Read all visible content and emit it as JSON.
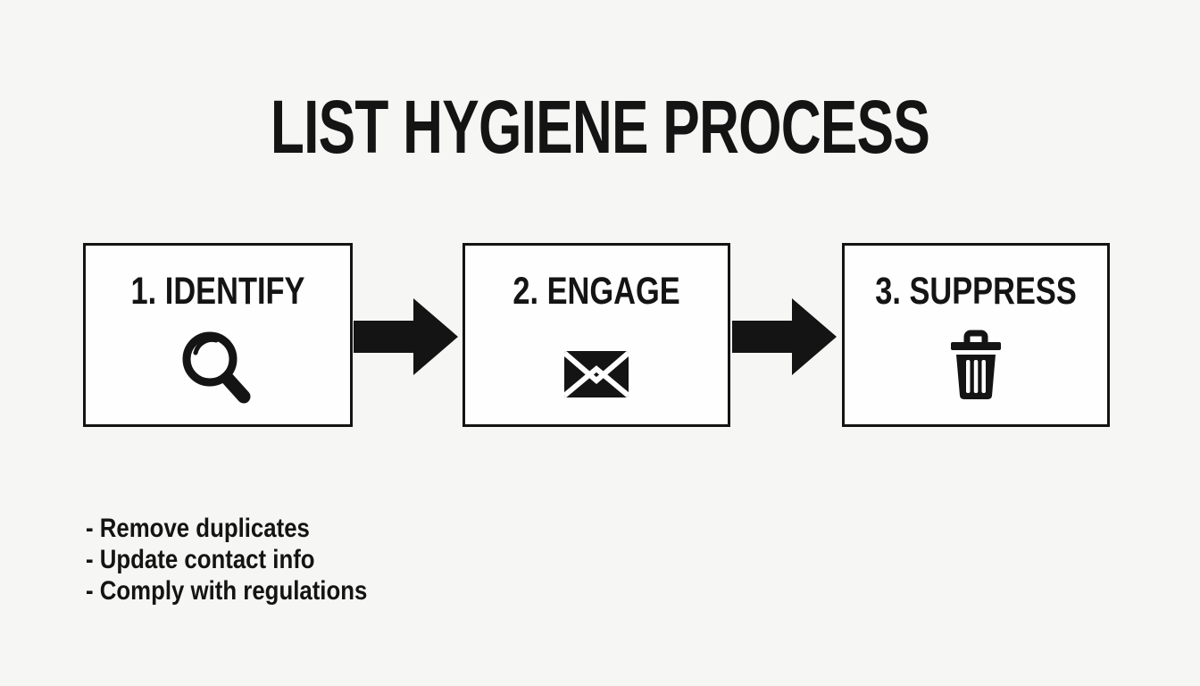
{
  "page": {
    "title": "LIST HYGIENE PROCESS",
    "background_color": "#f6f6f4",
    "ink_color": "#141414",
    "box_fill_color": "#fefefe"
  },
  "flow": {
    "steps": [
      {
        "label": "1. IDENTIFY",
        "icon": "magnifier-search-icon"
      },
      {
        "label": "2. ENGAGE",
        "icon": "envelope-mail-icon"
      },
      {
        "label": "3. SUPPRESS",
        "icon": "trash-can-icon"
      }
    ],
    "arrow_count": 2
  },
  "notes": {
    "items": [
      "- Remove duplicates",
      "- Update contact info",
      "- Comply with regulations"
    ]
  }
}
